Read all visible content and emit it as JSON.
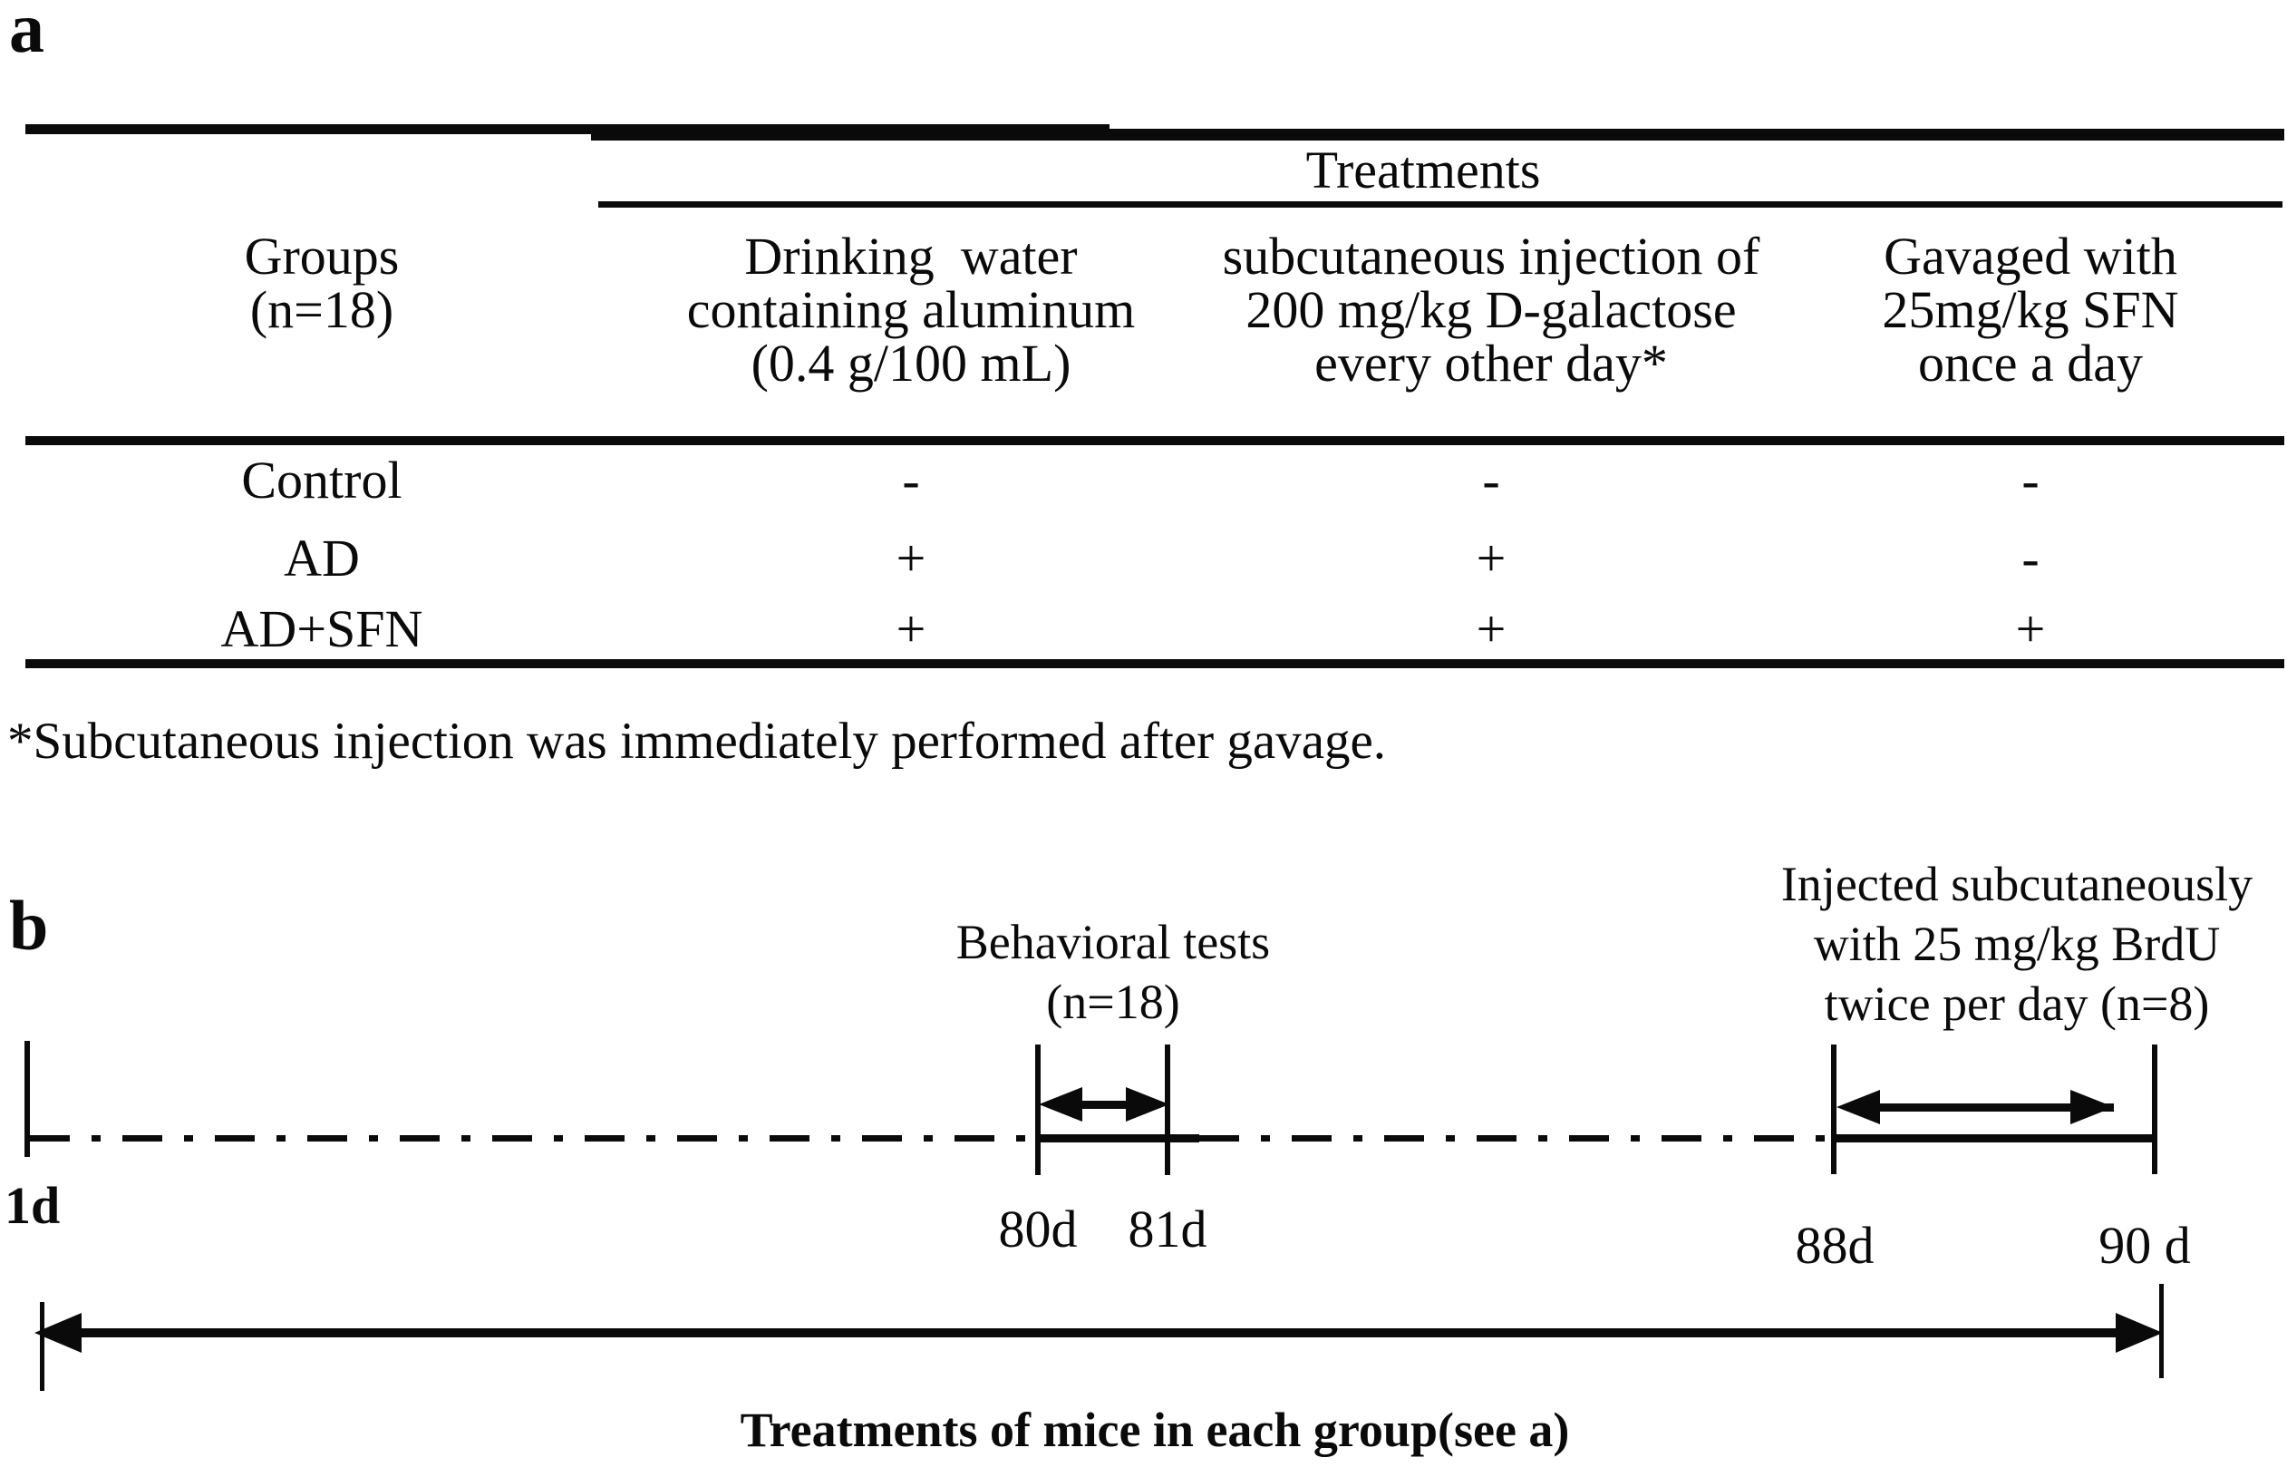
{
  "panel_a": {
    "label": "a",
    "table": {
      "span_header": "Treatments",
      "columns": [
        {
          "lines": [
            "Groups",
            "(n=18)",
            ""
          ]
        },
        {
          "lines": [
            "Drinking  water",
            "containing aluminum",
            "(0.4 g/100 mL)"
          ]
        },
        {
          "lines": [
            "subcutaneous injection of",
            "200 mg/kg D-galactose",
            "every other day*"
          ]
        },
        {
          "lines": [
            "Gavaged with",
            "25mg/kg SFN",
            "once a day"
          ]
        }
      ],
      "rows": [
        {
          "group": "Control",
          "values": [
            "-",
            "-",
            "-"
          ]
        },
        {
          "group": "AD",
          "values": [
            "+",
            "+",
            "-"
          ]
        },
        {
          "group": "AD+SFN",
          "values": [
            "+",
            "+",
            "+"
          ]
        }
      ]
    },
    "footnote": "*Subcutaneous injection was immediately performed after gavage."
  },
  "panel_b": {
    "label": "b",
    "timeline": {
      "start_label": "1d",
      "tick_labels": [
        "80d",
        "81d",
        "88d",
        "90 d"
      ],
      "behavioral_note": {
        "lines": [
          "Behavioral tests",
          "(n=18)"
        ]
      },
      "brdu_note": {
        "lines": [
          "Injected subcutaneously",
          "with 25 mg/kg BrdU",
          "twice per day (n=8)"
        ]
      }
    },
    "caption": "Treatments of mice in each group(see a)"
  },
  "colors": {
    "ink": "#0a0a0a",
    "background": "#ffffff"
  }
}
